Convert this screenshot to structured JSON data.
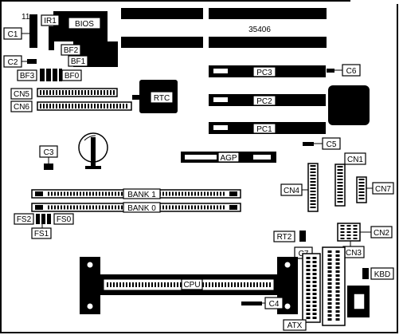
{
  "board_model": "35406",
  "colors": {
    "ink": "#000000",
    "paper": "#ffffff"
  },
  "labels": {
    "c1": "C1",
    "c2": "C2",
    "c3": "C3",
    "c4": "C4",
    "c5": "C5",
    "c6": "C6",
    "c7": "C7",
    "ir1": "IR1",
    "bios": "BIOS",
    "bf0": "BF0",
    "bf1": "BF1",
    "bf2": "BF2",
    "bf3": "BF3",
    "cn1": "CN1",
    "cn2": "CN2",
    "cn3": "CN3",
    "cn4": "CN4",
    "cn5": "CN5",
    "cn6": "CN6",
    "cn7": "CN7",
    "rtc": "RTC",
    "pc1": "PC1",
    "pc2": "PC2",
    "pc3": "PC3",
    "agp": "AGP",
    "bank0": "BANK 0",
    "bank1": "BANK 1",
    "fs0": "FS0",
    "fs1": "FS1",
    "fs2": "FS2",
    "rt2": "RT2",
    "cpu": "CPU",
    "atx": "ATX",
    "kbd": "KBD",
    "pin_11": "11"
  }
}
